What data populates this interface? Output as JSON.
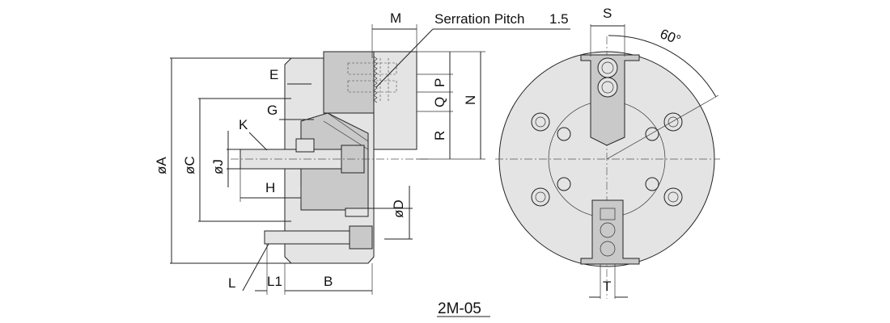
{
  "title": "2M-05",
  "annotation": {
    "serration_label": "Serration Pitch",
    "serration_value": "1.5",
    "angle_label": "60°"
  },
  "dimensions": {
    "M": "M",
    "S": "S",
    "E": "E",
    "P": "P",
    "Q": "Q",
    "N": "N",
    "R": "R",
    "G": "G",
    "K": "K",
    "A": "øA",
    "C": "øC",
    "J": "øJ",
    "H": "H",
    "D": "øD",
    "L": "L",
    "L1": "L1",
    "B": "B",
    "T": "T"
  }
}
